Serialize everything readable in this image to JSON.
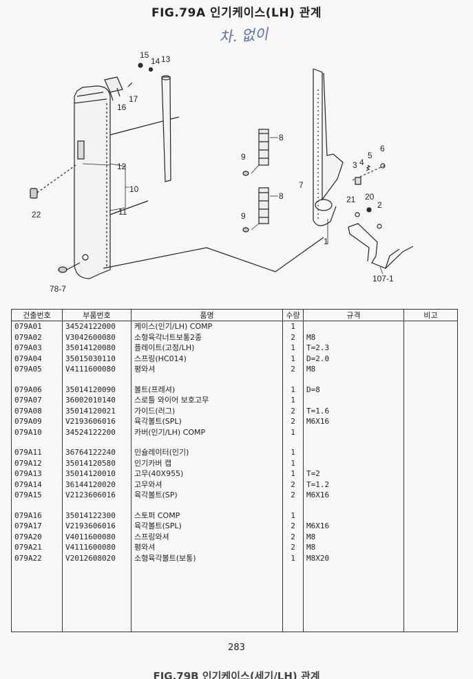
{
  "title": "FIG.79A 인기케이스(LH) 관계",
  "handnote": "차. 없이",
  "callouts": [
    "15",
    "14",
    "13",
    "16",
    "17",
    "8",
    "9",
    "7",
    "3",
    "4",
    "5",
    "6",
    "12",
    "10",
    "11",
    "22",
    "8",
    "9",
    "21",
    "20",
    "2",
    "1",
    "107-1",
    "78-7"
  ],
  "table": {
    "headers": [
      "건출번호",
      "부품번호",
      "품명",
      "수량",
      "규격",
      "비고"
    ],
    "rows": [
      {
        "no": "079A01",
        "part": "34524122000",
        "name": "케이스(인기/LH) COMP",
        "qty": "1",
        "spec": ""
      },
      {
        "no": "079A02",
        "part": "V3042600080",
        "name": "소형육각너트보통2종",
        "qty": "2",
        "spec": "M8"
      },
      {
        "no": "079A03",
        "part": "35014120080",
        "name": "플레이트(고정/LH)",
        "qty": "1",
        "spec": "T=2.3"
      },
      {
        "no": "079A04",
        "part": "35015030110",
        "name": "스프링(HC014)",
        "qty": "1",
        "spec": "D=2.0"
      },
      {
        "no": "079A05",
        "part": "V4111600080",
        "name": "평와셔",
        "qty": "2",
        "spec": "M8"
      },
      {
        "gap": true
      },
      {
        "no": "079A06",
        "part": "35014120090",
        "name": "볼트(프레셔)",
        "qty": "1",
        "spec": "D=8"
      },
      {
        "no": "079A07",
        "part": "36002010140",
        "name": "스로틀 와이어 보호고무",
        "qty": "1",
        "spec": ""
      },
      {
        "no": "079A08",
        "part": "35014120021",
        "name": "가이드(러그)",
        "qty": "2",
        "spec": "T=1.6"
      },
      {
        "no": "079A09",
        "part": "V2193606016",
        "name": "육각볼트(SPL)",
        "qty": "2",
        "spec": "M6X16"
      },
      {
        "no": "079A10",
        "part": "34524122200",
        "name": "카버(인기/LH) COMP",
        "qty": "1",
        "spec": ""
      },
      {
        "gap": true
      },
      {
        "no": "079A11",
        "part": "36764122240",
        "name": "인슐레이터(인기)",
        "qty": "1",
        "spec": ""
      },
      {
        "no": "079A12",
        "part": "35014120580",
        "name": "인기카버 캡",
        "qty": "1",
        "spec": ""
      },
      {
        "no": "079A13",
        "part": "35014120010",
        "name": "고무(40X955)",
        "qty": "1",
        "spec": "T=2"
      },
      {
        "no": "079A14",
        "part": "36144120020",
        "name": "고무와셔",
        "qty": "2",
        "spec": "T=1.2"
      },
      {
        "no": "079A15",
        "part": "V2123606016",
        "name": "육각볼트(SP)",
        "qty": "2",
        "spec": "M6X16"
      },
      {
        "gap": true
      },
      {
        "no": "079A16",
        "part": "35014122300",
        "name": "스토퍼 COMP",
        "qty": "1",
        "spec": ""
      },
      {
        "no": "079A17",
        "part": "V2193606016",
        "name": "육각볼트(SPL)",
        "qty": "2",
        "spec": "M6X16"
      },
      {
        "no": "079A20",
        "part": "V4011600080",
        "name": "스프링와셔",
        "qty": "2",
        "spec": "M8"
      },
      {
        "no": "079A21",
        "part": "V4111600080",
        "name": "평와셔",
        "qty": "2",
        "spec": "M8"
      },
      {
        "no": "079A22",
        "part": "V2012608020",
        "name": "소형육각볼트(보통)",
        "qty": "1",
        "spec": "M8X20"
      }
    ]
  },
  "page_number": "283",
  "next_caption": "FIG.79B 인기케이스(세기/LH) 관계"
}
